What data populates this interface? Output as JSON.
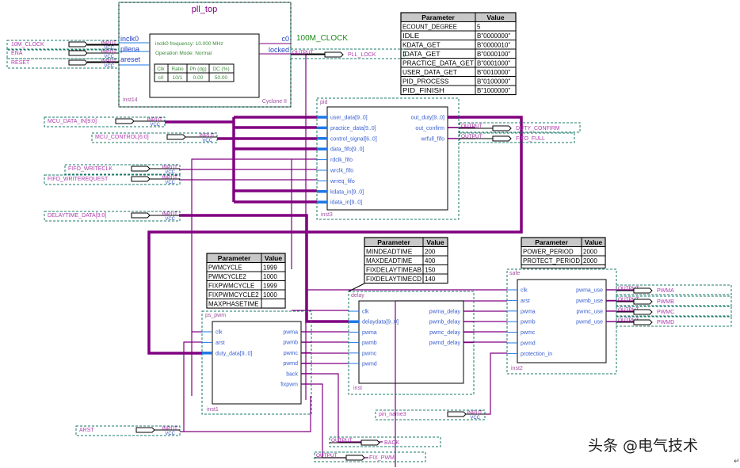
{
  "pll_top": {
    "title": "pll_top",
    "instance": "inst14",
    "family": "Cyclone II",
    "inputs": [
      "inclk0",
      "pllena",
      "areset"
    ],
    "outputs": [
      "c0",
      "locked"
    ],
    "info_lines": [
      "inclk0 frequency: 10.000 MHz",
      "Operation Mode: Normal"
    ],
    "clk_table": {
      "headers": [
        "Clk",
        "Ratio",
        "Ph (dg)",
        "DC (%)"
      ],
      "rows": [
        [
          "c0",
          "10/1",
          "0.00",
          "50.00"
        ]
      ]
    }
  },
  "net_labels": {
    "clock_100m": "100M_CLOCK"
  },
  "input_pins": [
    {
      "name": "10M_CLOCK",
      "type": "INPUT",
      "sub": "VCC"
    },
    {
      "name": "ENA",
      "type": "INPUT",
      "sub": "VCC"
    },
    {
      "name": "RESET",
      "type": "INPUT",
      "sub": "VCC"
    },
    {
      "name": "MCU_DATA_IN[9:0]",
      "type": "INPUT",
      "sub": "VCC"
    },
    {
      "name": "MCU_CONTROL[6:0]",
      "type": "INPUT",
      "sub": "VCC"
    },
    {
      "name": "FIFO_WRITECLK",
      "type": "INPUT",
      "sub": "VCC"
    },
    {
      "name": "FIFO_WRITEREQUEST",
      "type": "INPUT",
      "sub": "VCC"
    },
    {
      "name": "DELAYTIME_DATA[9:0]",
      "type": "INPUT",
      "sub": "VCC"
    },
    {
      "name": "ARST",
      "type": "INPUT",
      "sub": "VCC"
    },
    {
      "name": "pin_name3",
      "type": "INPUT",
      "sub": "VCC"
    }
  ],
  "output_pins": [
    {
      "name": "PLL_LOCK",
      "type": "OUTPUT"
    },
    {
      "name": "DUTY_CONFIRM",
      "type": "OUTPUT"
    },
    {
      "name": "FIFO_FULL",
      "type": "OUTPUT"
    },
    {
      "name": "PWMA",
      "type": "OUTPUT"
    },
    {
      "name": "PWMB",
      "type": "OUTPUT"
    },
    {
      "name": "PWMC",
      "type": "OUTPUT"
    },
    {
      "name": "PWMD",
      "type": "OUTPUT"
    },
    {
      "name": "BACK",
      "type": "OUTPUT"
    },
    {
      "name": "FIX_PWM",
      "type": "OUTPUT"
    }
  ],
  "pid": {
    "title": "pid",
    "instance": "inst3",
    "inputs": [
      "user_data[9..0]",
      "practice_data[9..0]",
      "control_signal[6..0]",
      "data_fifo[9..0]",
      "rdclk_fifo",
      "wrclk_fifo",
      "wrreq_fifo",
      "kdata_in[9..0]",
      "idata_in[9..0]"
    ],
    "outputs": [
      "out_duty[9..0]",
      "out_confirm",
      "wrfull_fifo"
    ],
    "params": {
      "headers": [
        "Parameter",
        "Value"
      ],
      "rows": [
        [
          "ECOUNT_DEGREE",
          "5"
        ],
        [
          "IDLE",
          "B\"0000000\""
        ],
        [
          "KDATA_GET",
          "B\"0000010\""
        ],
        [
          "IDATA_GET",
          "B\"0000100\""
        ],
        [
          "PRACTICE_DATA_GET",
          "B\"0001000\""
        ],
        [
          "USER_DATA_GET",
          "B\"0010000\""
        ],
        [
          "PID_PROCESS",
          "B\"0100000\""
        ],
        [
          "PID_FINISH",
          "B\"1000000\""
        ]
      ]
    }
  },
  "ps_pwm": {
    "title": "ps_pwm",
    "instance": "inst1",
    "inputs": [
      "clk",
      "arst",
      "duty_data[9..0]"
    ],
    "outputs": [
      "pwma",
      "pwmb",
      "pwmc",
      "pwmd",
      "back",
      "fixpwm"
    ],
    "params": {
      "headers": [
        "Parameter",
        "Value"
      ],
      "rows": [
        [
          "PWMCYCLE",
          "1999"
        ],
        [
          "PWMCYCLE2",
          "1000"
        ],
        [
          "FIXPWMCYCLE",
          "1999"
        ],
        [
          "FIXPWMCYCLE2",
          "1000"
        ],
        [
          "MAXPHASETIME",
          ""
        ]
      ]
    }
  },
  "delay": {
    "title": "delay",
    "instance": "inst",
    "inputs": [
      "clk",
      "delaydata[9..0]",
      "pwma",
      "pwmb",
      "pwmc",
      "pwmd"
    ],
    "outputs": [
      "pwma_delay",
      "pwmb_delay",
      "pwmc_delay",
      "pwmd_delay"
    ],
    "params": {
      "headers": [
        "Parameter",
        "Value"
      ],
      "rows": [
        [
          "MINDEADTIME",
          "200"
        ],
        [
          "MAXDEADTIME",
          "400"
        ],
        [
          "FIXDELAYTIMEAB",
          "150"
        ],
        [
          "FIXDELAYTIMECD",
          "140"
        ]
      ]
    }
  },
  "safe": {
    "title": "safe",
    "instance": "inst2",
    "inputs": [
      "clk",
      "arst",
      "pwma",
      "pwmb",
      "pwmc",
      "pwmd",
      "protection_in"
    ],
    "outputs": [
      "pwma_use",
      "pwmb_use",
      "pwmc_use",
      "pwmd_use"
    ],
    "params": {
      "headers": [
        "Parameter",
        "Value"
      ],
      "rows": [
        [
          "POWER_PERIOD",
          "2000"
        ],
        [
          "PROTECT_PERIOD",
          "2000"
        ]
      ]
    }
  },
  "watermark": "头条 @电气技术",
  "paragraph_mark": "↵",
  "colors": {
    "wire": "#800080",
    "port_stub": "#1e78e6",
    "dashed_frame": "#1a7a6a",
    "block_border": "#000000",
    "param_header_bg": "#c8c8c8"
  }
}
